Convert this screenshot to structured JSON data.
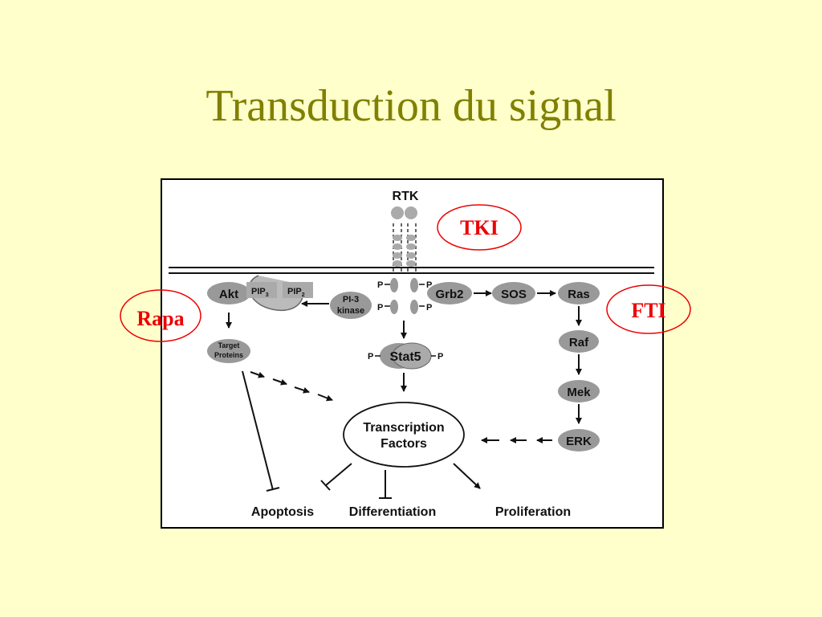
{
  "slide": {
    "title": "Transduction du signal"
  },
  "labels": {
    "rtk": "RTK",
    "akt": "Akt",
    "pip3": "PIP",
    "pip3_sub": "3",
    "pip2": "PIP",
    "pip2_sub": "2",
    "pi3_line1": "PI-3",
    "pi3_line2": "kinase",
    "grb2": "Grb2",
    "sos": "SOS",
    "ras": "Ras",
    "raf": "Raf",
    "mek": "Mek",
    "erk": "ERK",
    "stat5": "Stat5",
    "target_line1": "Target",
    "target_line2": "Proteins",
    "tf_line1": "Transcription",
    "tf_line2": "Factors",
    "apoptosis": "Apoptosis",
    "differentiation": "Differentiation",
    "proliferation": "Proliferation",
    "phospho": "P"
  },
  "drugs": {
    "tki": "TKI",
    "rapa": "Rapa",
    "fti": "FTI"
  },
  "colors": {
    "background": "#ffffcc",
    "title": "#808000",
    "drug_text": "#ee0000",
    "drug_circle": "#ee0000",
    "node_fill": "#999999"
  }
}
